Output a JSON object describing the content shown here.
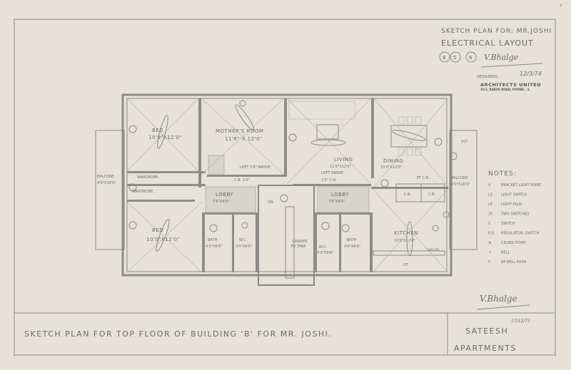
{
  "page_number": "2",
  "title_block": {
    "sketch_for": "SKETCH PLAN FOR: MR.JOSHI",
    "layout_title": "ELECTRICAL LAYOUT",
    "codes": [
      "B",
      "5",
      "6"
    ],
    "signature": "V.Bhalge",
    "designers_label": "DESIGNERS:",
    "designers_date": "12/3/74",
    "firm": "ARCHITECTS UNITED",
    "address": "31/1, KARVE ROAD, POONA - 4."
  },
  "rooms": {
    "bed_top": {
      "name": "BED",
      "size": "10'0\"X12'0\""
    },
    "mothers_room": {
      "name": "MOTHER'S ROOM",
      "size": "11'6\" X 12'0\""
    },
    "living": {
      "name": "LIVING",
      "size": "11'6\"X12'0\"",
      "loft": "LOFT ABOVE",
      "cb": "1'0\" C.B."
    },
    "dining": {
      "name": "DINING",
      "size": "10'0\"X12'0\""
    },
    "balcony_left": {
      "name": "BALCONY",
      "size": "4'0\"X16'0\""
    },
    "balcony_right": {
      "name": "BALCONY",
      "size": "4'0\"X16'0\"",
      "width": "4'0\""
    },
    "wardrobe_1": "WARDROBE",
    "wardrobe_2": "WARDROBE",
    "loft_left": "LOFT 1'0\" ABOVE",
    "cb_left": "C.B. 1'0\"",
    "lobby_left": {
      "name": "LOBBY",
      "size": "7'6\"X4'6\""
    },
    "lobby_right": {
      "name": "LOBBY",
      "size": "7'6\"X4'6\""
    },
    "bed_bottom": {
      "name": "BED",
      "size": "10'0\"X12'0\""
    },
    "bath_left": {
      "name": "BATH",
      "size": "4'0\"X6'6\""
    },
    "wc_left": {
      "name": "W.C.",
      "size": "3'0\"X6'6\""
    },
    "ladder": {
      "line1": "LADDER",
      "line2": "TO TANK"
    },
    "stair_dn": "DN",
    "wc_right": {
      "name": "W.C.",
      "size": "3'0\"X6'6\""
    },
    "bath_right": {
      "name": "BATH",
      "size": "4'0\"X6'6\""
    },
    "kitchen": {
      "name": "KITCHEN",
      "size": "10'0\"X12'0\"",
      "shelves": "SHELVES",
      "ot": "OT",
      "cb1": "C.B.",
      "cb2": "C.B.",
      "pf_cb": "PF C.B."
    }
  },
  "notes": {
    "heading": "NOTES:",
    "items": [
      {
        "symbol": "♀",
        "text": "BRACKET LIGHT POINT"
      },
      {
        "symbol": "LS",
        "text": "LIGHT SWITCH"
      },
      {
        "symbol": "LP",
        "text": "LIGHT PLUG"
      },
      {
        "symbol": "2S",
        "text": "TWO SWITCHES"
      },
      {
        "symbol": "S",
        "text": "SWITCH"
      },
      {
        "symbol": "R.S",
        "text": "REGULATOR, SWITCH"
      },
      {
        "symbol": "⊕",
        "text": "CELING POINT"
      },
      {
        "symbol": "⏚",
        "text": "BELL"
      },
      {
        "symbol": "Y",
        "text": "BP BELL PUSH."
      }
    ]
  },
  "footer": {
    "main_title": "SKETCH PLAN  FOR TOP FLOOR  OF BUILDING 'B' FOR MR. JOSHI.",
    "project_line1": "SATEESH",
    "project_line2": "APARTMENTS",
    "date": "17/12/73",
    "signature": "V.Bhalge"
  }
}
